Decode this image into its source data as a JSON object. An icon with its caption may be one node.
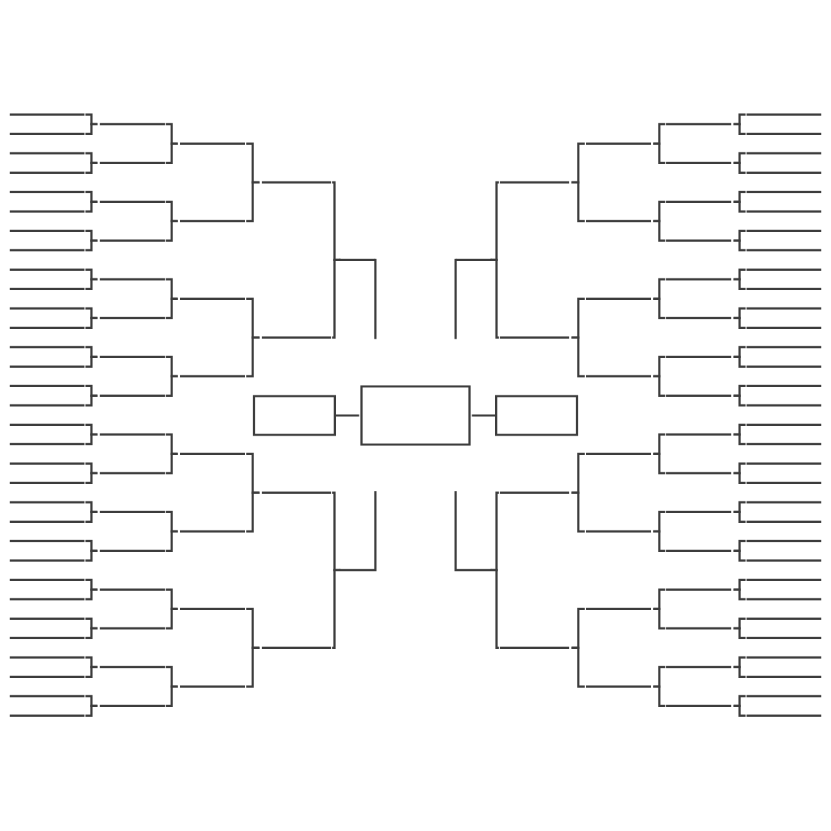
{
  "diagram": {
    "nodes": [
      {
        "text": [],
        "shape": "line"
      },
      {
        "text": [],
        "shape": "line"
      },
      {
        "text": [],
        "shape": "line"
      },
      {
        "text": [],
        "shape": "line"
      },
      {
        "text": [],
        "shape": "line"
      },
      {
        "text": [],
        "shape": "line"
      },
      {
        "text": [],
        "shape": "line"
      },
      {
        "text": [],
        "shape": "line"
      },
      {
        "text": [],
        "shape": "line"
      },
      {
        "text": [],
        "shape": "line"
      },
      {
        "text": [],
        "shape": "line"
      },
      {
        "text": [],
        "shape": "line"
      },
      {
        "text": [],
        "shape": "line"
      },
      {
        "text": [],
        "shape": "line"
      },
      {
        "text": [],
        "shape": "line"
      },
      {
        "text": [],
        "shape": "line"
      },
      {
        "text": [],
        "shape": "line"
      },
      {
        "text": [],
        "shape": "line"
      },
      {
        "text": [],
        "shape": "line"
      },
      {
        "text": [],
        "shape": "line"
      },
      {
        "text": [],
        "shape": "line"
      },
      {
        "text": [],
        "shape": "line"
      },
      {
        "text": [],
        "shape": "line"
      },
      {
        "text": [],
        "shape": "line"
      },
      {
        "text": [],
        "shape": "line"
      },
      {
        "text": [],
        "shape": "line"
      },
      {
        "text": [],
        "shape": "line"
      },
      {
        "text": [],
        "shape": "line"
      },
      {
        "text": [],
        "shape": "line"
      },
      {
        "text": [],
        "shape": "line"
      },
      {
        "text": [],
        "shape": "line"
      },
      {
        "text": [],
        "shape": "line"
      },
      {
        "text": [],
        "shape": "line"
      },
      {
        "text": [],
        "shape": "line"
      },
      {
        "text": [],
        "shape": "line"
      },
      {
        "text": [],
        "shape": "line"
      },
      {
        "text": [],
        "shape": "line"
      },
      {
        "text": [],
        "shape": "line"
      },
      {
        "text": [],
        "shape": "line"
      },
      {
        "text": [],
        "shape": "line"
      },
      {
        "text": [],
        "shape": "line"
      },
      {
        "text": [],
        "shape": "line"
      },
      {
        "text": [],
        "shape": "line"
      },
      {
        "text": [],
        "shape": "line"
      },
      {
        "text": [],
        "shape": "line"
      },
      {
        "text": [],
        "shape": "line"
      },
      {
        "text": [],
        "shape": "line"
      },
      {
        "text": [],
        "shape": "line"
      },
      {
        "text": [],
        "shape": "line"
      },
      {
        "text": [],
        "shape": "line"
      },
      {
        "text": [],
        "shape": "line"
      },
      {
        "text": [],
        "shape": "line"
      },
      {
        "text": [],
        "shape": "line"
      },
      {
        "text": [],
        "shape": "line"
      },
      {
        "text": [],
        "shape": "line"
      },
      {
        "text": [],
        "shape": "line"
      },
      {
        "text": [],
        "shape": "line"
      },
      {
        "text": [],
        "shape": "line"
      },
      {
        "text": [],
        "shape": "line"
      },
      {
        "text": [],
        "shape": "line"
      },
      {
        "text": [],
        "shape": "line"
      },
      {
        "text": [],
        "shape": "line"
      },
      {
        "text": [],
        "shape": "box"
      },
      {
        "text": [],
        "shape": "box"
      },
      {
        "text": [],
        "shape": "box"
      },
      {
        "text": [],
        "shape": "line"
      },
      {
        "text": [],
        "shape": "line"
      },
      {
        "text": [],
        "shape": "line"
      },
      {
        "text": [],
        "shape": "line"
      },
      {
        "text": [],
        "shape": "line"
      },
      {
        "text": [],
        "shape": "line"
      },
      {
        "text": [],
        "shape": "line"
      },
      {
        "text": [],
        "shape": "line"
      },
      {
        "text": [],
        "shape": "line"
      },
      {
        "text": [],
        "shape": "line"
      },
      {
        "text": [],
        "shape": "line"
      },
      {
        "text": [],
        "shape": "line"
      },
      {
        "text": [],
        "shape": "line"
      },
      {
        "text": [],
        "shape": "line"
      },
      {
        "text": [],
        "shape": "line"
      },
      {
        "text": [],
        "shape": "line"
      },
      {
        "text": [],
        "shape": "line"
      },
      {
        "text": [],
        "shape": "line"
      },
      {
        "text": [],
        "shape": "line"
      },
      {
        "text": [],
        "shape": "line"
      },
      {
        "text": [],
        "shape": "line"
      },
      {
        "text": [],
        "shape": "line"
      },
      {
        "text": [],
        "shape": "line"
      },
      {
        "text": [],
        "shape": "line"
      },
      {
        "text": [],
        "shape": "line"
      },
      {
        "text": [],
        "shape": "line"
      },
      {
        "text": [],
        "shape": "line"
      },
      {
        "text": [],
        "shape": "line"
      },
      {
        "text": [],
        "shape": "line"
      },
      {
        "text": [],
        "shape": "line"
      },
      {
        "text": [],
        "shape": "line"
      },
      {
        "text": [],
        "shape": "line"
      },
      {
        "text": [],
        "shape": "line"
      },
      {
        "text": [],
        "shape": "line"
      },
      {
        "text": [],
        "shape": "line"
      },
      {
        "text": [],
        "shape": "line"
      },
      {
        "text": [],
        "shape": "line"
      },
      {
        "text": [],
        "shape": "line"
      },
      {
        "text": [],
        "shape": "line"
      },
      {
        "text": [],
        "shape": "line"
      },
      {
        "text": [],
        "shape": "line"
      },
      {
        "text": [],
        "shape": "line"
      },
      {
        "text": [],
        "shape": "line"
      },
      {
        "text": [],
        "shape": "line"
      },
      {
        "text": [],
        "shape": "line"
      },
      {
        "text": [],
        "shape": "line"
      },
      {
        "text": [],
        "shape": "line"
      },
      {
        "text": [],
        "shape": "line"
      },
      {
        "text": [],
        "shape": "line"
      },
      {
        "text": [],
        "shape": "line"
      },
      {
        "text": [],
        "shape": "line"
      },
      {
        "text": [],
        "shape": "line"
      },
      {
        "text": [],
        "shape": "line"
      },
      {
        "text": [],
        "shape": "line"
      },
      {
        "text": [],
        "shape": "line"
      },
      {
        "text": [],
        "shape": "line"
      },
      {
        "text": [],
        "shape": "line"
      },
      {
        "text": [],
        "shape": "line"
      },
      {
        "text": [],
        "shape": "line"
      },
      {
        "text": [],
        "shape": "line"
      },
      {
        "text": [],
        "shape": "line"
      },
      {
        "text": [],
        "shape": "line"
      }
    ],
    "edges": [
      {
        "from": 0,
        "to": 32,
        "arrow": "none"
      },
      {
        "from": 1,
        "to": 32,
        "arrow": "none"
      },
      {
        "from": 2,
        "to": 33,
        "arrow": "none"
      },
      {
        "from": 3,
        "to": 33,
        "arrow": "none"
      },
      {
        "from": 4,
        "to": 34,
        "arrow": "none"
      },
      {
        "from": 5,
        "to": 34,
        "arrow": "none"
      },
      {
        "from": 6,
        "to": 35,
        "arrow": "none"
      },
      {
        "from": 7,
        "to": 35,
        "arrow": "none"
      },
      {
        "from": 8,
        "to": 36,
        "arrow": "none"
      },
      {
        "from": 9,
        "to": 36,
        "arrow": "none"
      },
      {
        "from": 10,
        "to": 37,
        "arrow": "none"
      },
      {
        "from": 11,
        "to": 37,
        "arrow": "none"
      },
      {
        "from": 12,
        "to": 38,
        "arrow": "none"
      },
      {
        "from": 13,
        "to": 38,
        "arrow": "none"
      },
      {
        "from": 14,
        "to": 39,
        "arrow": "none"
      },
      {
        "from": 15,
        "to": 39,
        "arrow": "none"
      },
      {
        "from": 16,
        "to": 40,
        "arrow": "none"
      },
      {
        "from": 17,
        "to": 40,
        "arrow": "none"
      },
      {
        "from": 18,
        "to": 41,
        "arrow": "none"
      },
      {
        "from": 19,
        "to": 41,
        "arrow": "none"
      },
      {
        "from": 20,
        "to": 42,
        "arrow": "none"
      },
      {
        "from": 21,
        "to": 42,
        "arrow": "none"
      },
      {
        "from": 22,
        "to": 43,
        "arrow": "none"
      },
      {
        "from": 23,
        "to": 43,
        "arrow": "none"
      },
      {
        "from": 24,
        "to": 44,
        "arrow": "none"
      },
      {
        "from": 25,
        "to": 44,
        "arrow": "none"
      },
      {
        "from": 26,
        "to": 45,
        "arrow": "none"
      },
      {
        "from": 27,
        "to": 45,
        "arrow": "none"
      },
      {
        "from": 28,
        "to": 46,
        "arrow": "none"
      },
      {
        "from": 29,
        "to": 46,
        "arrow": "none"
      },
      {
        "from": 30,
        "to": 47,
        "arrow": "none"
      },
      {
        "from": 31,
        "to": 47,
        "arrow": "none"
      },
      {
        "from": 32,
        "to": 48,
        "arrow": "none"
      },
      {
        "from": 33,
        "to": 48,
        "arrow": "none"
      },
      {
        "from": 34,
        "to": 49,
        "arrow": "none"
      },
      {
        "from": 35,
        "to": 49,
        "arrow": "none"
      },
      {
        "from": 36,
        "to": 50,
        "arrow": "none"
      },
      {
        "from": 37,
        "to": 50,
        "arrow": "none"
      },
      {
        "from": 38,
        "to": 51,
        "arrow": "none"
      },
      {
        "from": 39,
        "to": 51,
        "arrow": "none"
      },
      {
        "from": 40,
        "to": 52,
        "arrow": "none"
      },
      {
        "from": 41,
        "to": 52,
        "arrow": "none"
      },
      {
        "from": 42,
        "to": 53,
        "arrow": "none"
      },
      {
        "from": 43,
        "to": 53,
        "arrow": "none"
      },
      {
        "from": 44,
        "to": 54,
        "arrow": "none"
      },
      {
        "from": 45,
        "to": 54,
        "arrow": "none"
      },
      {
        "from": 46,
        "to": 55,
        "arrow": "none"
      },
      {
        "from": 47,
        "to": 55,
        "arrow": "none"
      },
      {
        "from": 48,
        "to": 56,
        "arrow": "none"
      },
      {
        "from": 49,
        "to": 56,
        "arrow": "none"
      },
      {
        "from": 50,
        "to": 57,
        "arrow": "none"
      },
      {
        "from": 51,
        "to": 57,
        "arrow": "none"
      },
      {
        "from": 52,
        "to": 58,
        "arrow": "none"
      },
      {
        "from": 53,
        "to": 58,
        "arrow": "none"
      },
      {
        "from": 54,
        "to": 59,
        "arrow": "none"
      },
      {
        "from": 55,
        "to": 59,
        "arrow": "none"
      },
      {
        "from": 56,
        "to": 60,
        "arrow": "none"
      },
      {
        "from": 57,
        "to": 60,
        "arrow": "none"
      },
      {
        "from": 58,
        "to": 61,
        "arrow": "none"
      },
      {
        "from": 59,
        "to": 61,
        "arrow": "none"
      },
      {
        "from": 60,
        "to": null,
        "arrow": "none"
      },
      {
        "from": 61,
        "to": null,
        "arrow": "none"
      },
      {
        "from": 62,
        "to": 63,
        "arrow": "none"
      },
      {
        "from": 64,
        "to": 63,
        "arrow": "none"
      },
      {
        "from": 67,
        "to": 65,
        "arrow": "none"
      },
      {
        "from": 68,
        "to": 65,
        "arrow": "none"
      },
      {
        "from": 69,
        "to": 66,
        "arrow": "none"
      },
      {
        "from": 70,
        "to": 66,
        "arrow": "none"
      },
      {
        "from": 71,
        "to": 67,
        "arrow": "none"
      },
      {
        "from": 72,
        "to": 67,
        "arrow": "none"
      },
      {
        "from": 73,
        "to": 68,
        "arrow": "none"
      },
      {
        "from": 74,
        "to": 68,
        "arrow": "none"
      },
      {
        "from": 75,
        "to": 69,
        "arrow": "none"
      },
      {
        "from": 76,
        "to": 69,
        "arrow": "none"
      },
      {
        "from": 77,
        "to": 70,
        "arrow": "none"
      },
      {
        "from": 78,
        "to": 70,
        "arrow": "none"
      },
      {
        "from": 79,
        "to": 71,
        "arrow": "none"
      },
      {
        "from": 80,
        "to": 71,
        "arrow": "none"
      },
      {
        "from": 81,
        "to": 72,
        "arrow": "none"
      },
      {
        "from": 82,
        "to": 72,
        "arrow": "none"
      },
      {
        "from": 83,
        "to": 73,
        "arrow": "none"
      },
      {
        "from": 84,
        "to": 73,
        "arrow": "none"
      },
      {
        "from": 85,
        "to": 74,
        "arrow": "none"
      },
      {
        "from": 86,
        "to": 74,
        "arrow": "none"
      },
      {
        "from": 87,
        "to": 75,
        "arrow": "none"
      },
      {
        "from": 88,
        "to": 75,
        "arrow": "none"
      },
      {
        "from": 89,
        "to": 76,
        "arrow": "none"
      },
      {
        "from": 90,
        "to": 76,
        "arrow": "none"
      },
      {
        "from": 91,
        "to": 77,
        "arrow": "none"
      },
      {
        "from": 92,
        "to": 77,
        "arrow": "none"
      },
      {
        "from": 93,
        "to": 78,
        "arrow": "none"
      },
      {
        "from": 94,
        "to": 78,
        "arrow": "none"
      },
      {
        "from": 95,
        "to": 79,
        "arrow": "none"
      },
      {
        "from": 96,
        "to": 79,
        "arrow": "none"
      },
      {
        "from": 97,
        "to": 80,
        "arrow": "none"
      },
      {
        "from": 98,
        "to": 80,
        "arrow": "none"
      },
      {
        "from": 99,
        "to": 81,
        "arrow": "none"
      },
      {
        "from": 100,
        "to": 81,
        "arrow": "none"
      },
      {
        "from": 101,
        "to": 82,
        "arrow": "none"
      },
      {
        "from": 102,
        "to": 82,
        "arrow": "none"
      },
      {
        "from": 103,
        "to": 83,
        "arrow": "none"
      },
      {
        "from": 104,
        "to": 83,
        "arrow": "none"
      },
      {
        "from": 105,
        "to": 84,
        "arrow": "none"
      },
      {
        "from": 106,
        "to": 84,
        "arrow": "none"
      },
      {
        "from": 107,
        "to": 85,
        "arrow": "none"
      },
      {
        "from": 108,
        "to": 85,
        "arrow": "none"
      },
      {
        "from": 109,
        "to": 86,
        "arrow": "none"
      },
      {
        "from": 110,
        "to": 86,
        "arrow": "none"
      },
      {
        "from": 111,
        "to": 87,
        "arrow": "none"
      },
      {
        "from": 112,
        "to": 87,
        "arrow": "none"
      },
      {
        "from": 113,
        "to": 88,
        "arrow": "none"
      },
      {
        "from": 114,
        "to": 88,
        "arrow": "none"
      },
      {
        "from": 115,
        "to": 89,
        "arrow": "none"
      },
      {
        "from": 116,
        "to": 89,
        "arrow": "none"
      },
      {
        "from": 117,
        "to": 90,
        "arrow": "none"
      },
      {
        "from": 118,
        "to": 90,
        "arrow": "none"
      },
      {
        "from": 119,
        "to": 91,
        "arrow": "none"
      },
      {
        "from": 120,
        "to": 91,
        "arrow": "none"
      },
      {
        "from": 121,
        "to": 92,
        "arrow": "none"
      },
      {
        "from": 122,
        "to": 92,
        "arrow": "none"
      },
      {
        "from": 123,
        "to": 93,
        "arrow": "none"
      },
      {
        "from": 124,
        "to": 93,
        "arrow": "none"
      },
      {
        "from": 125,
        "to": 94,
        "arrow": "none"
      },
      {
        "from": 126,
        "to": 94,
        "arrow": "none"
      },
      {
        "from": 65,
        "to": null,
        "arrow": "none"
      },
      {
        "from": 66,
        "to": null,
        "arrow": "none"
      }
    ]
  }
}
